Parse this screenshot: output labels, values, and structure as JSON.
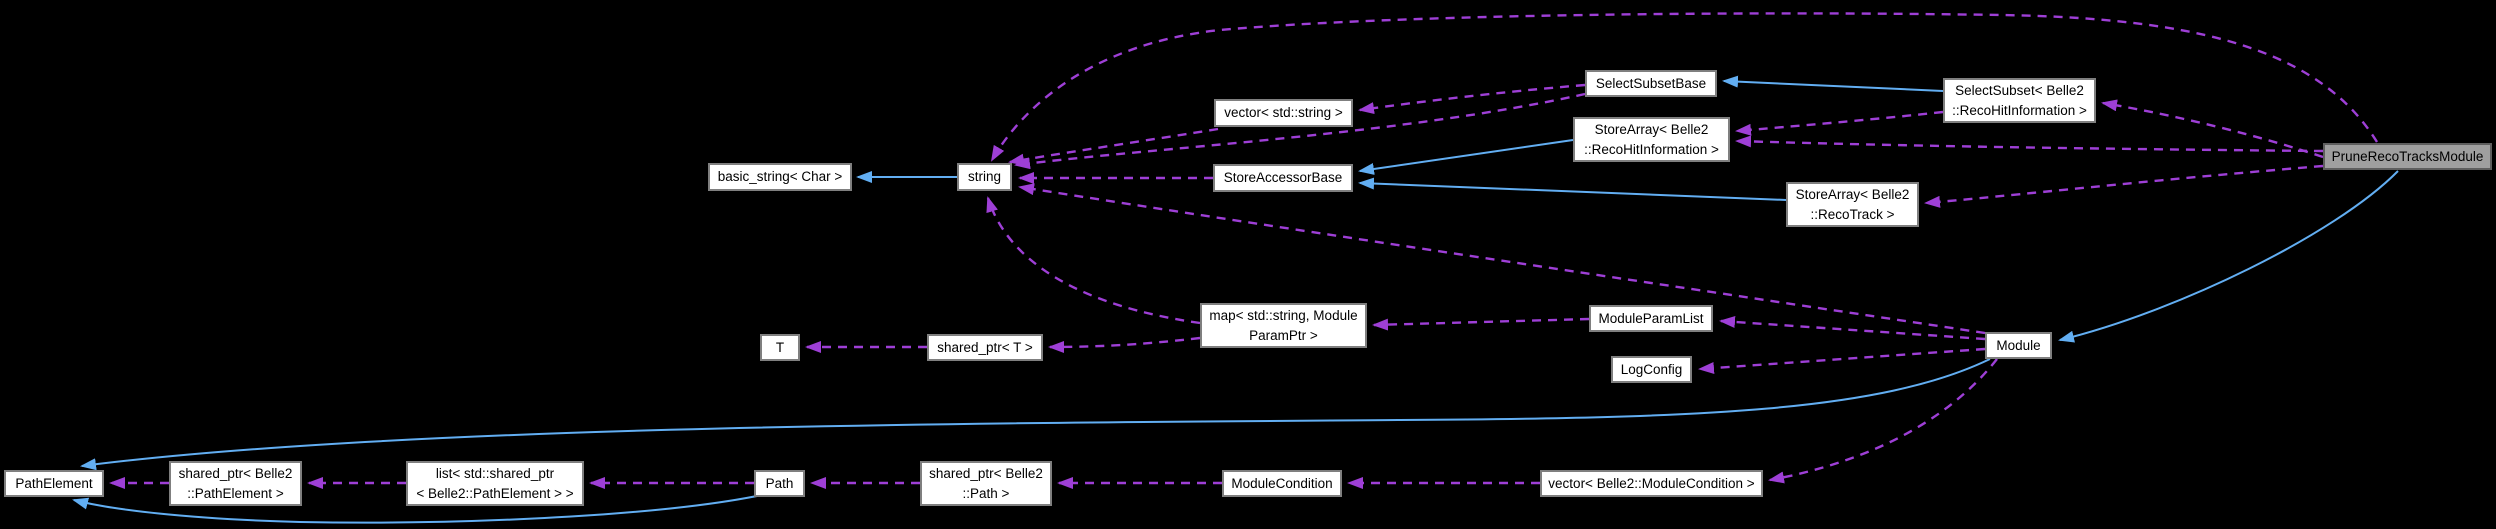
{
  "diagram_type": "doxygen-collaboration-graph",
  "colors": {
    "background": "#000000",
    "node_fill": "#ffffff",
    "node_border": "#7f7f7f",
    "node_text": "#000000",
    "highlight_fill": "#9f9f9f",
    "highlight_border": "#5e5e5e",
    "inheritance_edge": "#62aef2",
    "usage_edge": "#9e3fd6"
  },
  "nodes": [
    {
      "id": "basic_string",
      "label": "basic_string< Char >"
    },
    {
      "id": "string",
      "label": "string"
    },
    {
      "id": "vector_string",
      "label": "vector< std::string >"
    },
    {
      "id": "store_accessor_base",
      "label": "StoreAccessorBase"
    },
    {
      "id": "select_subset_base",
      "label": "SelectSubsetBase"
    },
    {
      "id": "store_array_recohit",
      "label": "StoreArray< Belle2\n::RecoHitInformation >"
    },
    {
      "id": "select_subset_recohit",
      "label": "SelectSubset< Belle2\n::RecoHitInformation >"
    },
    {
      "id": "store_array_recotrack",
      "label": "StoreArray< Belle2\n::RecoTrack >"
    },
    {
      "id": "prune_reco_tracks_module",
      "label": "PruneRecoTracksModule"
    },
    {
      "id": "map_string_moduleparamptr",
      "label": "map< std::string, Module\nParamPtr >"
    },
    {
      "id": "module_param_list",
      "label": "ModuleParamList"
    },
    {
      "id": "log_config",
      "label": "LogConfig"
    },
    {
      "id": "module",
      "label": "Module"
    },
    {
      "id": "t",
      "label": "T"
    },
    {
      "id": "shared_ptr_t",
      "label": "shared_ptr< T >"
    },
    {
      "id": "path_element",
      "label": "PathElement"
    },
    {
      "id": "shared_ptr_path_element",
      "label": "shared_ptr< Belle2\n::PathElement >"
    },
    {
      "id": "list_shared_ptr_path_element",
      "label": "list< std::shared_ptr\n< Belle2::PathElement > >"
    },
    {
      "id": "path",
      "label": "Path"
    },
    {
      "id": "shared_ptr_path",
      "label": "shared_ptr< Belle2\n::Path >"
    },
    {
      "id": "module_condition",
      "label": "ModuleCondition"
    },
    {
      "id": "vector_module_condition",
      "label": "vector< Belle2::ModuleCondition >"
    }
  ],
  "edges": [
    {
      "from": "string",
      "to": "basic_string",
      "type": "inheritance"
    },
    {
      "from": "store_array_recohit",
      "to": "store_accessor_base",
      "type": "inheritance"
    },
    {
      "from": "store_array_recotrack",
      "to": "store_accessor_base",
      "type": "inheritance"
    },
    {
      "from": "select_subset_recohit",
      "to": "select_subset_base",
      "type": "inheritance"
    },
    {
      "from": "prune_reco_tracks_module",
      "to": "module",
      "type": "inheritance"
    },
    {
      "from": "module",
      "to": "path_element",
      "type": "inheritance"
    },
    {
      "from": "path",
      "to": "path_element",
      "type": "inheritance"
    },
    {
      "from": "prune_reco_tracks_module",
      "to": "string",
      "type": "usage"
    },
    {
      "from": "prune_reco_tracks_module",
      "to": "select_subset_recohit",
      "type": "usage"
    },
    {
      "from": "prune_reco_tracks_module",
      "to": "store_array_recohit",
      "type": "usage"
    },
    {
      "from": "prune_reco_tracks_module",
      "to": "store_array_recotrack",
      "type": "usage"
    },
    {
      "from": "select_subset_recohit",
      "to": "store_array_recohit",
      "type": "usage"
    },
    {
      "from": "select_subset_base",
      "to": "vector_string",
      "type": "usage"
    },
    {
      "from": "select_subset_base",
      "to": "string",
      "type": "usage"
    },
    {
      "from": "vector_string",
      "to": "string",
      "type": "usage"
    },
    {
      "from": "store_accessor_base",
      "to": "string",
      "type": "usage"
    },
    {
      "from": "module",
      "to": "string",
      "type": "usage"
    },
    {
      "from": "module",
      "to": "module_param_list",
      "type": "usage"
    },
    {
      "from": "module",
      "to": "log_config",
      "type": "usage"
    },
    {
      "from": "module",
      "to": "vector_module_condition",
      "type": "usage"
    },
    {
      "from": "module_param_list",
      "to": "map_string_moduleparamptr",
      "type": "usage"
    },
    {
      "from": "map_string_moduleparamptr",
      "to": "string",
      "type": "usage"
    },
    {
      "from": "map_string_moduleparamptr",
      "to": "shared_ptr_t",
      "type": "usage"
    },
    {
      "from": "shared_ptr_t",
      "to": "t",
      "type": "usage"
    },
    {
      "from": "vector_module_condition",
      "to": "module_condition",
      "type": "usage"
    },
    {
      "from": "module_condition",
      "to": "shared_ptr_path",
      "type": "usage"
    },
    {
      "from": "shared_ptr_path",
      "to": "path",
      "type": "usage"
    },
    {
      "from": "path",
      "to": "list_shared_ptr_path_element",
      "type": "usage"
    },
    {
      "from": "list_shared_ptr_path_element",
      "to": "shared_ptr_path_element",
      "type": "usage"
    },
    {
      "from": "shared_ptr_path_element",
      "to": "path_element",
      "type": "usage"
    }
  ]
}
